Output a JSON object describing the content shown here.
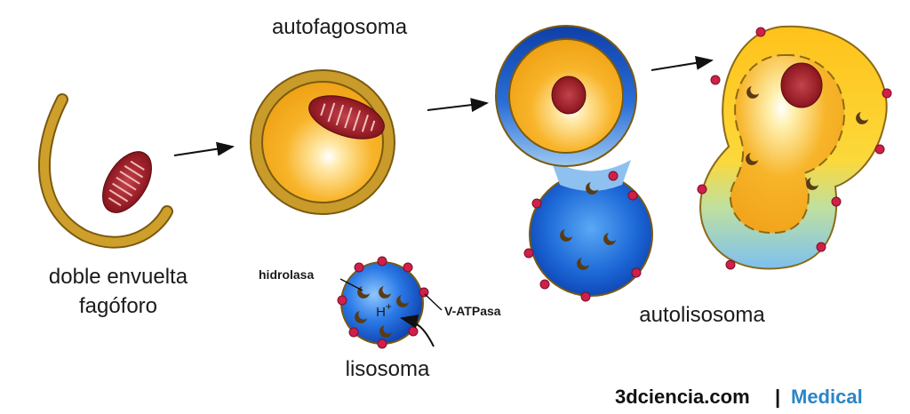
{
  "labels": {
    "phagophore_line1": "doble envuelta",
    "phagophore_line2": "fagóforo",
    "autophagosome": "autofagosoma",
    "autolysosome": "autolisosoma",
    "lysosome": "lisosoma",
    "hydrolase": "hidrolasa",
    "vatpase": "V-ATPasa",
    "proton": "H",
    "proton_charge": "+"
  },
  "brand": {
    "site": "3dciencia.com",
    "separator": "|",
    "section": "Medical"
  },
  "colors": {
    "membrane_gold": "#c89b2a",
    "lumen_orange": "#f6a81a",
    "lysosome_blue": "#1f6fd6",
    "mitochondrion_red": "#8e1b24",
    "pump_red": "#d0204a",
    "brand_blue": "#2a86c7"
  }
}
